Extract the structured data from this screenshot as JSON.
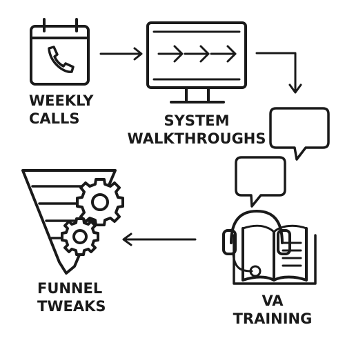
{
  "diagram": {
    "ink_color": "#1a1a1a",
    "background_color": "#ffffff",
    "steps": [
      {
        "id": "weekly-calls",
        "icon": "calendar-phone-icon",
        "label_lines": [
          "WEEKLY",
          "CALLS"
        ]
      },
      {
        "id": "system-walkthroughs",
        "icon": "monitor-arrows-icon",
        "label_lines": [
          "SYSTEM",
          "WALKTHROUGHS"
        ]
      },
      {
        "id": "va-training",
        "icon": "headset-book-icon",
        "label_lines": [
          "VA",
          "TRAINING"
        ]
      },
      {
        "id": "funnel-tweaks",
        "icon": "funnel-gears-icon",
        "label_lines": [
          "FUNNEL",
          "TWEAKS"
        ]
      }
    ],
    "connectors": [
      {
        "from": "weekly-calls",
        "to": "system-walkthroughs",
        "icon": "arrow-right-icon"
      },
      {
        "from": "system-walkthroughs",
        "to": "va-training",
        "icon": "elbow-arrow-down-icon"
      },
      {
        "from": "va-training",
        "to": "funnel-tweaks",
        "icon": "arrow-left-icon"
      }
    ],
    "decorations": [
      {
        "icon": "speech-bubble-icon"
      },
      {
        "icon": "speech-bubble-icon"
      }
    ]
  }
}
